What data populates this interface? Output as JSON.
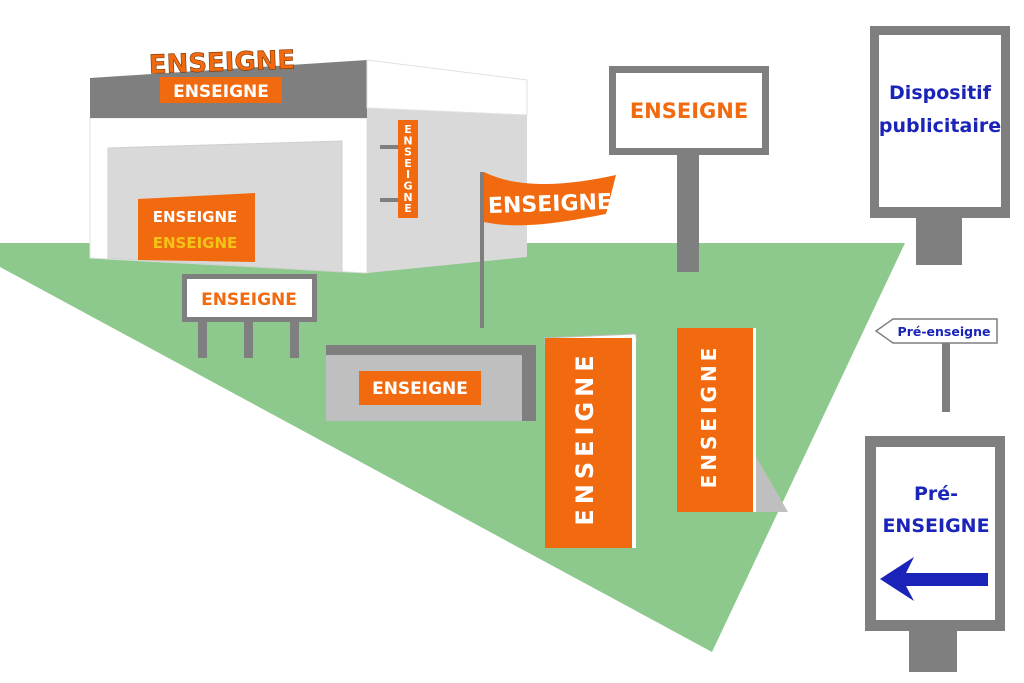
{
  "colors": {
    "orange": "#f26a10",
    "grey_dark": "#7f7f7f",
    "grey_light": "#d9d9d9",
    "green": "#8dc98d",
    "blue": "#1a24b8",
    "yellow": "#f2c418",
    "white": "#ffffff"
  },
  "building": {
    "roof_sign": "ENSEIGNE",
    "fascia_sign": "ENSEIGNE",
    "window_sign_line1": "ENSEIGNE",
    "window_sign_line2": "ENSEIGNE",
    "side_blade_sign": "ENSEIGNE"
  },
  "ground_signs": {
    "low_panel": "ENSEIGNE",
    "flag": "ENSEIGNE",
    "pole_sign": "ENSEIGNE",
    "monument": "ENSEIGNE",
    "totem_1": "ENSEIGNE",
    "totem_2": "ENSEIGNE"
  },
  "outside_signs": {
    "billboard_line1": "Dispositif",
    "billboard_line2": "publicitaire",
    "arrow_sign": "Pré-enseigne",
    "pre_sign_line1": "Pré-",
    "pre_sign_line2": "ENSEIGNE"
  }
}
